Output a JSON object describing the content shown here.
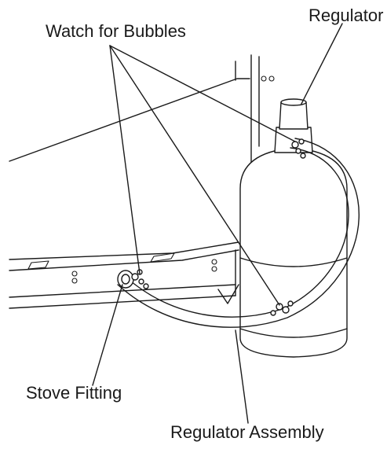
{
  "labels": {
    "regulator": "Regulator",
    "watch_for_bubbles": "Watch for Bubbles",
    "stove_fitting": "Stove Fitting",
    "regulator_assembly": "Regulator Assembly"
  },
  "colors": {
    "line": "#1a1a1a",
    "background": "#ffffff"
  }
}
